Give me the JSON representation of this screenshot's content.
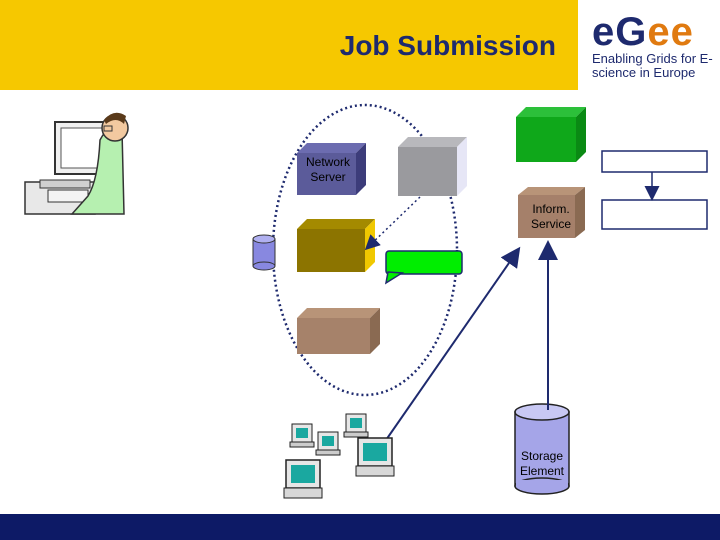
{
  "header": {
    "title": "Job Submission",
    "logo": {
      "word_part1": "eG",
      "word_part2": "ee",
      "tagline": "Enabling Grids for E-science in Europe"
    }
  },
  "diagram": {
    "network_server": {
      "label_line1": "Network",
      "label_line2": "Server"
    },
    "inform_service": {
      "label_line1": "Inform.",
      "label_line2": "Service"
    },
    "storage_element": {
      "label_line1": "Storage",
      "label_line2": "Element"
    }
  },
  "colors": {
    "header_bg": "#f6c800",
    "title": "#1e2a6e",
    "footer_bg": "#0d1a66",
    "network_server_box": "#5b5b9a",
    "gray_box": "#9a9a9e",
    "olive_box": "#8c7400",
    "tan_box": "#a6826a",
    "green_box": "#0fa81a",
    "inform_box": "#a5806a",
    "storage_cylinder": "#a5a5e8",
    "green_callout": "#00ee00",
    "arrow": "#1e2a6e"
  }
}
